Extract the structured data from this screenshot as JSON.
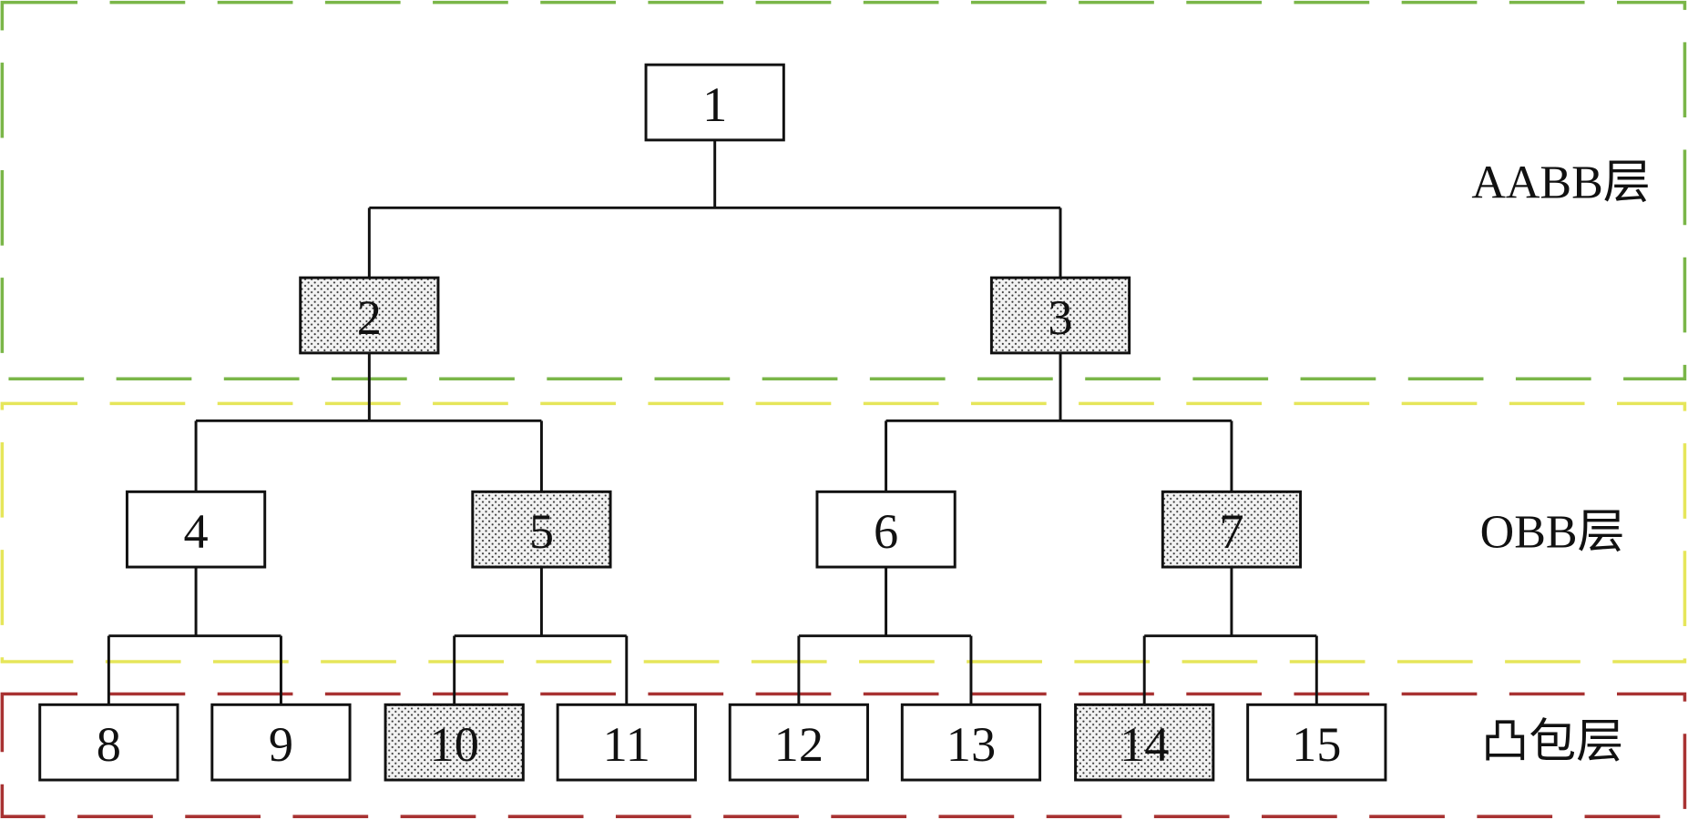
{
  "layers": [
    {
      "label": "AABB层",
      "color": "#7ab648"
    },
    {
      "label": "OBB层",
      "color": "#e6e65a"
    },
    {
      "label": "凸包层",
      "color": "#a83232"
    }
  ],
  "tree": {
    "nodes": [
      {
        "id": "1",
        "shaded": false
      },
      {
        "id": "2",
        "shaded": true
      },
      {
        "id": "3",
        "shaded": true
      },
      {
        "id": "4",
        "shaded": false
      },
      {
        "id": "5",
        "shaded": true
      },
      {
        "id": "6",
        "shaded": false
      },
      {
        "id": "7",
        "shaded": true
      },
      {
        "id": "8",
        "shaded": false
      },
      {
        "id": "9",
        "shaded": false
      },
      {
        "id": "10",
        "shaded": true
      },
      {
        "id": "11",
        "shaded": false
      },
      {
        "id": "12",
        "shaded": false
      },
      {
        "id": "13",
        "shaded": false
      },
      {
        "id": "14",
        "shaded": true
      },
      {
        "id": "15",
        "shaded": false
      }
    ]
  }
}
